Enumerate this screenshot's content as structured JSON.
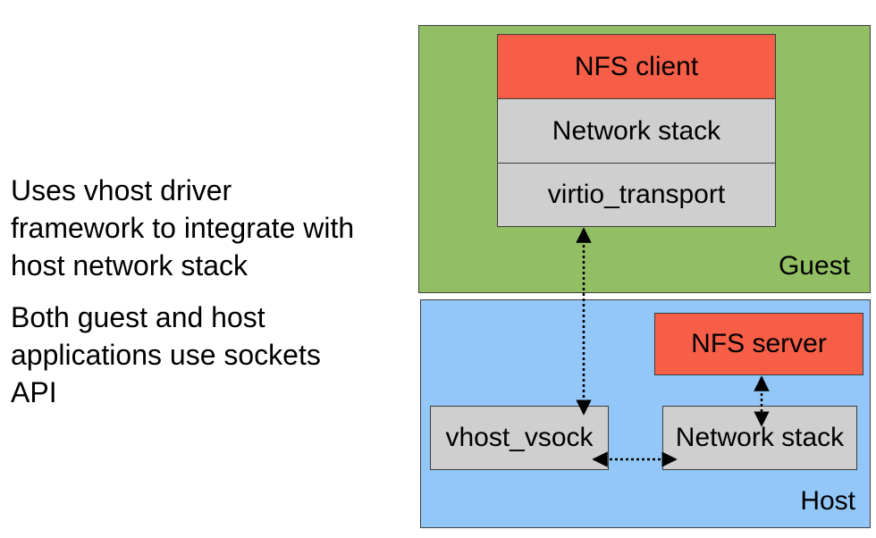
{
  "bullets": {
    "b1": "Uses vhost driver\nframework to integrate with\nhost network stack",
    "b2": "Both guest and host\napplications use sockets\nAPI"
  },
  "guest": {
    "label": "Guest",
    "stack": [
      "NFS client",
      "Network stack",
      "virtio_transport"
    ]
  },
  "host": {
    "label": "Host",
    "nfs_server": "NFS server",
    "vhost_vsock": "vhost_vsock",
    "network_stack": "Network stack"
  },
  "colors": {
    "guest_bg": "#93bf64",
    "host_bg": "#92c7f8",
    "nfs_box": "#f65e47",
    "stack_box": "#cfcfcf"
  }
}
